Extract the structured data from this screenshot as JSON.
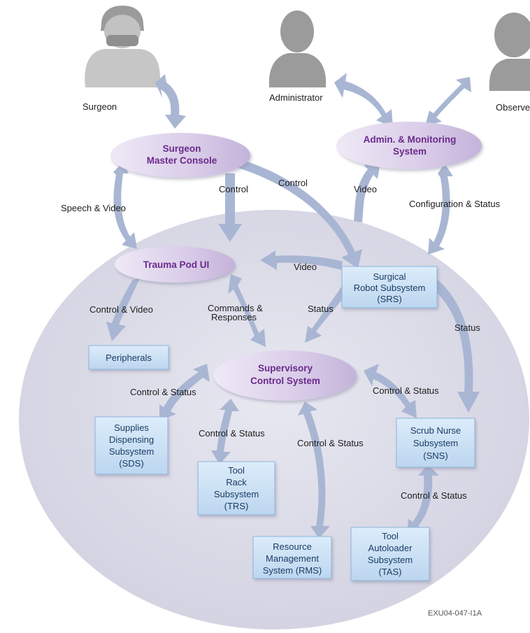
{
  "actors": {
    "surgeon": "Surgeon",
    "administrator": "Administrator",
    "observer": "Observe"
  },
  "nodes": {
    "surgeon_console": [
      "Surgeon",
      "Master Console"
    ],
    "admin_monitoring": [
      "Admin. & Monitoring",
      "System"
    ],
    "trauma_pod_ui": [
      "Trauma Pod UI"
    ],
    "supervisory": [
      "Supervisory",
      "Control System"
    ],
    "srs": [
      "Surgical",
      "Robot Subsystem",
      "(SRS)"
    ],
    "peripherals": [
      "Peripherals"
    ],
    "sds": [
      "Supplies",
      "Dispensing",
      "Subsystem",
      "(SDS)"
    ],
    "trs": [
      "Tool",
      "Rack",
      "Subsystem",
      "(TRS)"
    ],
    "rms": [
      "Resource",
      "Management",
      "System (RMS)"
    ],
    "sns": [
      "Scrub Nurse",
      "Subsystem",
      "(SNS)"
    ],
    "tas": [
      "Tool",
      "Autoloader",
      "Subsystem",
      "(TAS)"
    ]
  },
  "edge_labels": {
    "speech_video": "Speech & Video",
    "control_1": "Control",
    "control_2": "Control",
    "video_admin": "Video",
    "config_status": "Configuration & Status",
    "video_srs": "Video",
    "control_video": "Control & Video",
    "commands_responses": [
      "Commands &",
      "Responses"
    ],
    "status_srs": "Status",
    "status_sns": "Status",
    "cs_sds": "Control & Status",
    "cs_trs": "Control & Status",
    "cs_rms": "Control & Status",
    "cs_sns": "Control & Status",
    "cs_tas": "Control & Status"
  },
  "figure_id": "EXU04-047-I1A",
  "colors": {
    "background_ellipse": "#dcdce8",
    "node_ellipse": "#d7cbe6",
    "node_box": "#c9e0f5",
    "arrow": "#a9b6d3",
    "title_text": "#6a2a8c"
  }
}
